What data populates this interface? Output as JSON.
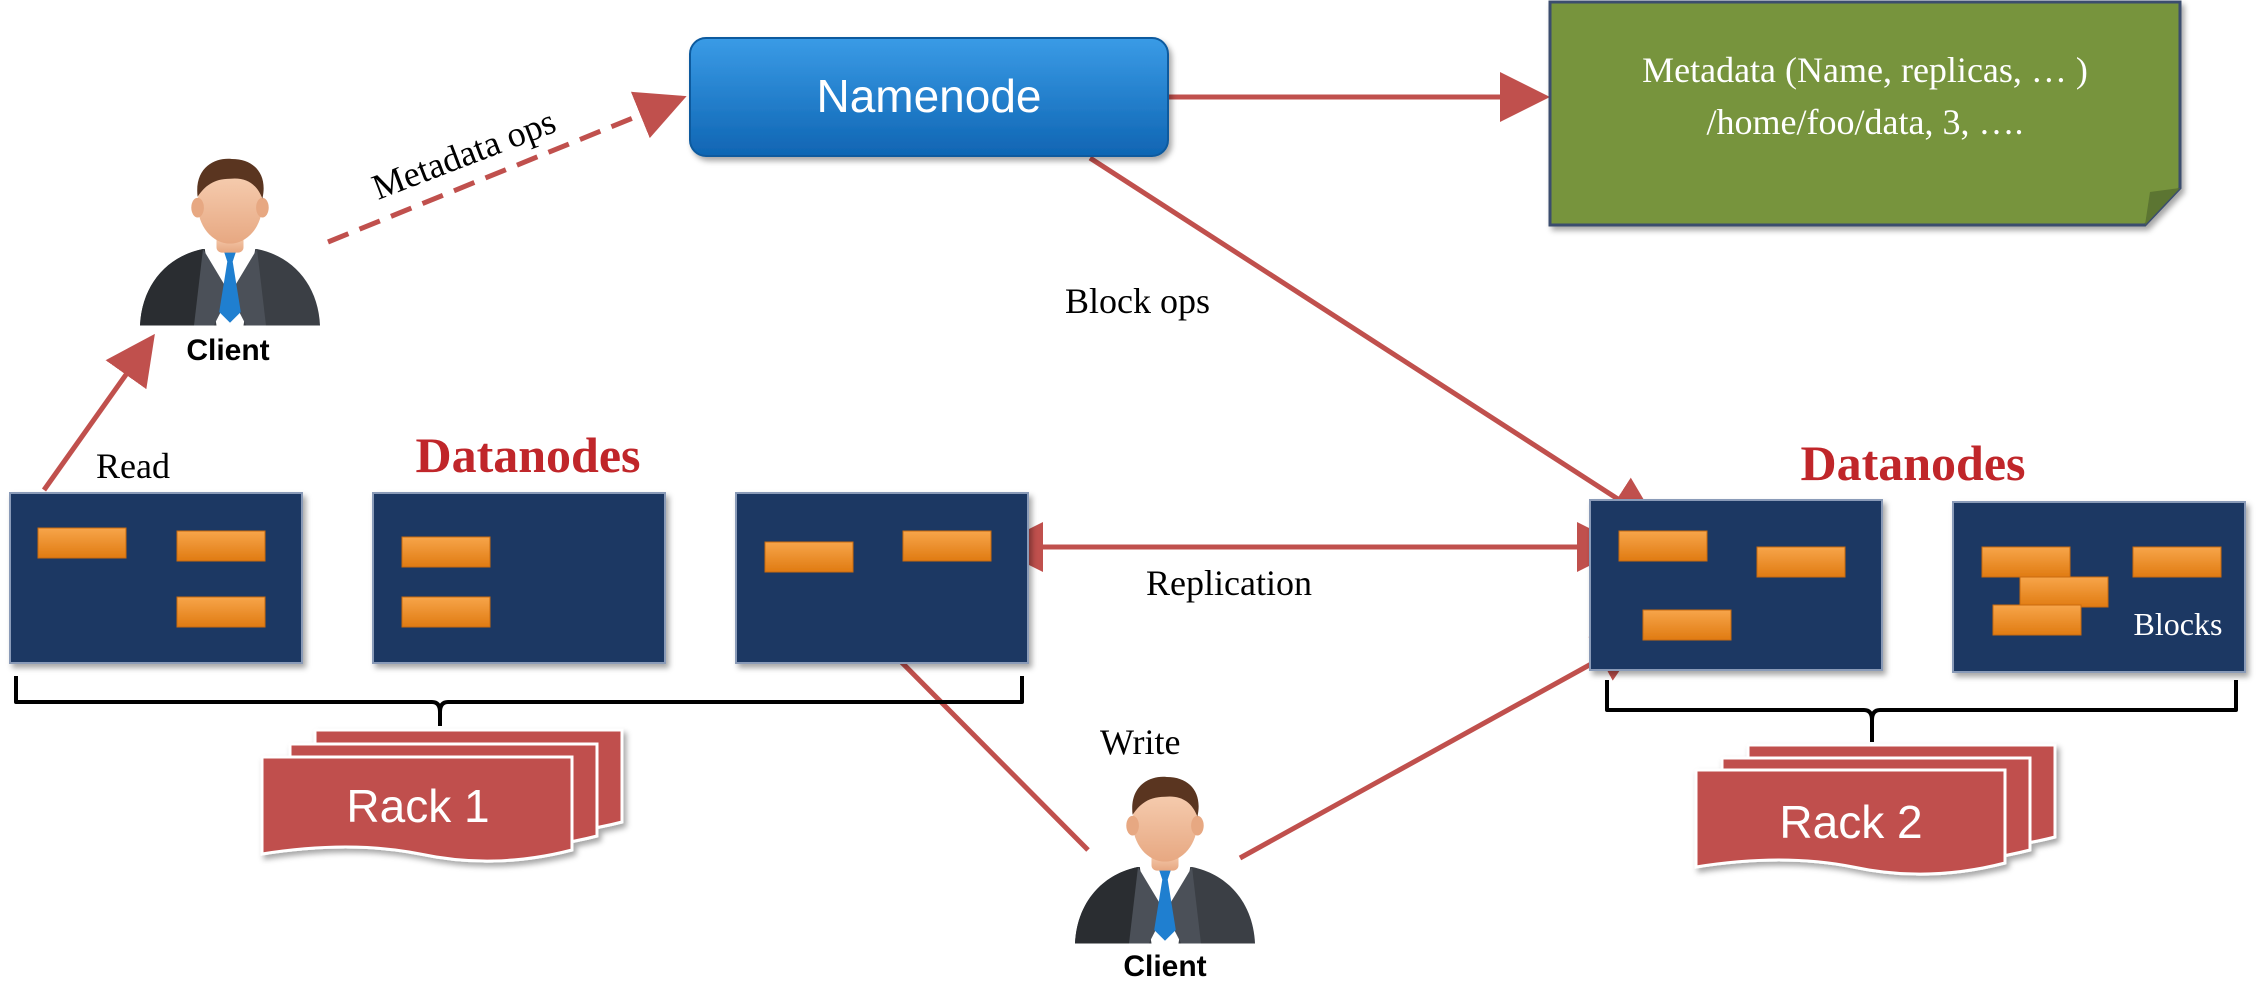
{
  "namenode": {
    "label": "Namenode"
  },
  "metadata_note": {
    "line1": "Metadata (Name, replicas, … )",
    "line2": "/home/foo/data, 3, …."
  },
  "edge_labels": {
    "metadata_ops": "Metadata ops",
    "block_ops": "Block ops",
    "read": "Read",
    "replication": "Replication",
    "write": "Write"
  },
  "clients": [
    {
      "label": "Client"
    },
    {
      "label": "Client"
    }
  ],
  "datanode_groups": [
    {
      "title": "Datanodes",
      "rack": "Rack 1"
    },
    {
      "title": "Datanodes",
      "rack": "Rack 2"
    }
  ],
  "blocks_label": "Blocks",
  "colors": {
    "namenode": "#1479c9",
    "metadata_note": "#77943c",
    "datanode": "#1f3864",
    "block": "#ee8a1e",
    "arrow": "#c0504d",
    "rack": "#c0504d",
    "datanodes_title": "#c0262a"
  }
}
